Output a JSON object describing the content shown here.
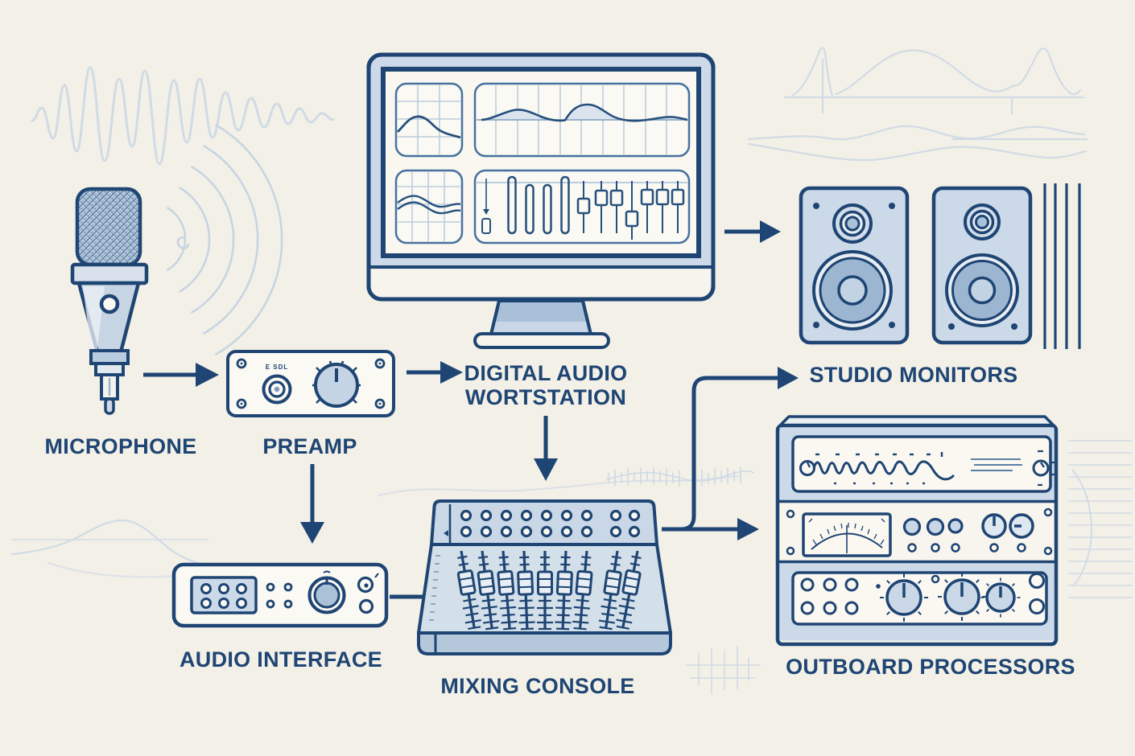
{
  "palette": {
    "background": "#f3f0e8",
    "ink": "#1e4573",
    "fill_light": "#ccd9e8",
    "fill_mid": "#a9c0d8",
    "paper": "#faf8f1",
    "faint_decoration": "#c9d7e4"
  },
  "nodes": {
    "microphone": {
      "label": "MICROPHONE"
    },
    "preamp": {
      "label": "PREAMP",
      "panel_text": "E SDL"
    },
    "daw": {
      "label_line1": "DIGITAL AUDIO",
      "label_line2": "WORTSTATION"
    },
    "studio_monitors": {
      "label": "STUDIO MONITORS"
    },
    "audio_interface": {
      "label": "AUDIO INTERFACE"
    },
    "mixing_console": {
      "label": "MIXING CONSOLE"
    },
    "outboard_processors": {
      "label": "OUTBOARD PROCESSORS"
    }
  },
  "connections": [
    {
      "from": "microphone",
      "to": "preamp",
      "style": "arrow"
    },
    {
      "from": "preamp",
      "to": "daw",
      "style": "arrow"
    },
    {
      "from": "preamp",
      "to": "audio_interface",
      "style": "arrow"
    },
    {
      "from": "daw",
      "to": "mixing_console",
      "style": "arrow"
    },
    {
      "from": "audio_interface",
      "to": "mixing_console",
      "style": "line"
    },
    {
      "from": "mixing_console",
      "to": "studio_monitors",
      "style": "elbow_arrow"
    },
    {
      "from": "mixing_console",
      "to": "outboard_processors",
      "style": "arrow"
    },
    {
      "from": "daw",
      "to": "studio_monitors",
      "style": "arrow"
    }
  ]
}
